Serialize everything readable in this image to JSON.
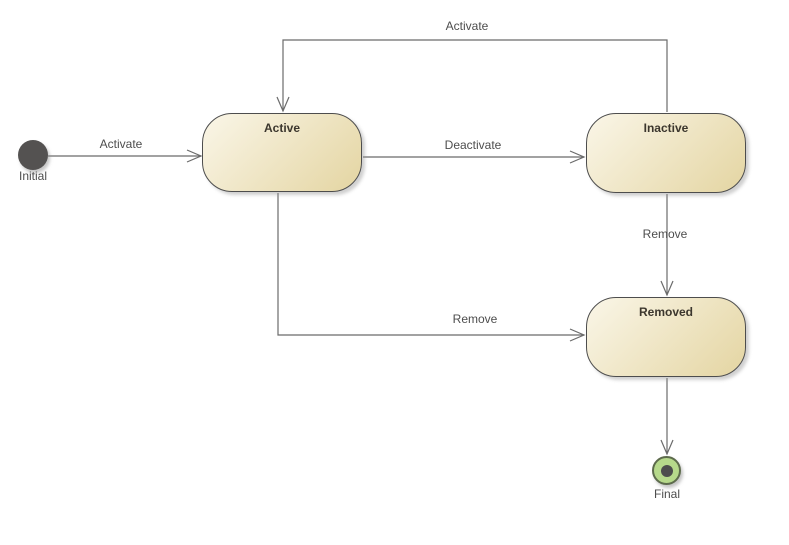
{
  "diagram": {
    "type": "uml-state-machine",
    "states": {
      "active": {
        "label": "Active"
      },
      "inactive": {
        "label": "Inactive"
      },
      "removed": {
        "label": "Removed"
      }
    },
    "pseudostates": {
      "initial": {
        "label": "Initial"
      },
      "final": {
        "label": "Final"
      }
    },
    "transitions": {
      "initial_to_active": {
        "label": "Activate",
        "from": "Initial",
        "to": "Active"
      },
      "active_to_inactive": {
        "label": "Deactivate",
        "from": "Active",
        "to": "Inactive"
      },
      "inactive_to_active": {
        "label": "Activate",
        "from": "Inactive",
        "to": "Active"
      },
      "inactive_to_removed": {
        "label": "Remove",
        "from": "Inactive",
        "to": "Removed"
      },
      "active_to_removed": {
        "label": "Remove",
        "from": "Active",
        "to": "Removed"
      },
      "removed_to_final": {
        "label": "",
        "from": "Removed",
        "to": "Final"
      }
    },
    "colors": {
      "background": "#ffffff",
      "state_fill_start": "#faf6e8",
      "state_fill_end": "#e4d5a2",
      "state_border": "#4d4d4d",
      "state_label_text": "#3c372e",
      "connector": "#6b6b6b",
      "label_text": "#4d4d4d",
      "initial_fill": "#545251",
      "final_fill": "#b6d98b",
      "final_border": "#5d6b4c",
      "final_dot": "#4d4d4d"
    }
  }
}
